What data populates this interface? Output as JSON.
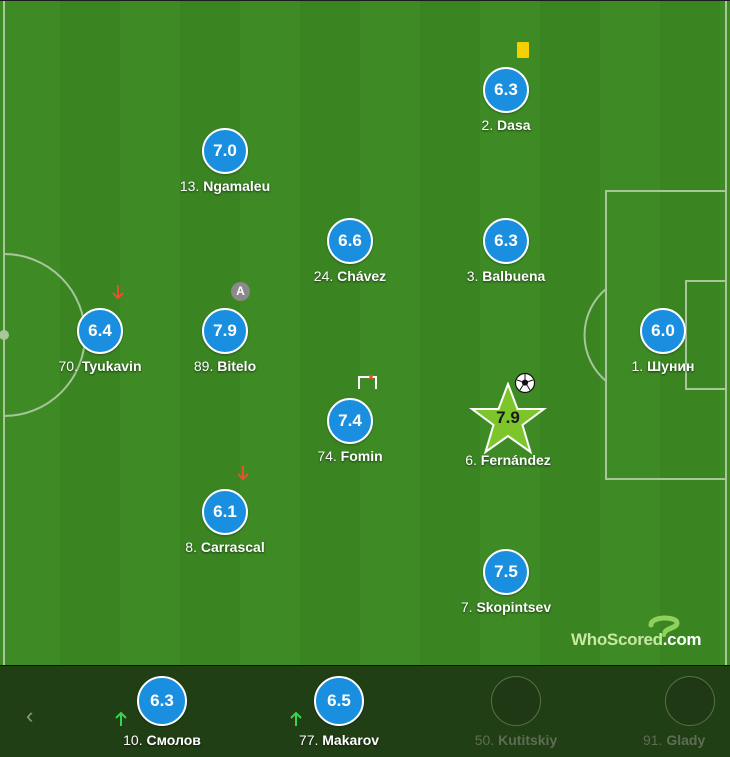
{
  "brand": {
    "who": "WhoScored",
    "dot": ".com"
  },
  "starters": [
    {
      "id": "dasa",
      "number": "2.",
      "name": "Dasa",
      "rating": "6.3",
      "card": "yellow"
    },
    {
      "id": "ngamaleu",
      "number": "13.",
      "name": "Ngamaleu",
      "rating": "7.0"
    },
    {
      "id": "chavez",
      "number": "24.",
      "name": "Chávez",
      "rating": "6.6"
    },
    {
      "id": "balbuena",
      "number": "3.",
      "name": "Balbuena",
      "rating": "6.3"
    },
    {
      "id": "tyukavin",
      "number": "70.",
      "name": "Tyukavin",
      "rating": "6.4",
      "event": "subbed-off"
    },
    {
      "id": "bitelo",
      "number": "89.",
      "name": "Bitelo",
      "rating": "7.9",
      "event": "assist",
      "event_label": "A"
    },
    {
      "id": "shunin",
      "number": "1.",
      "name": "Шунин",
      "rating": "6.0"
    },
    {
      "id": "fomin",
      "number": "74.",
      "name": "Fomin",
      "rating": "7.4",
      "event": "shot-woodwork"
    },
    {
      "id": "fernandez",
      "number": "6.",
      "name": "Fernández",
      "rating": "7.9",
      "event": "goal",
      "man_of_match": true
    },
    {
      "id": "carrascal",
      "number": "8.",
      "name": "Carrascal",
      "rating": "6.1",
      "event": "subbed-off"
    },
    {
      "id": "skopintsev",
      "number": "7.",
      "name": "Skopintsev",
      "rating": "7.5"
    }
  ],
  "bench": [
    {
      "id": "smolov",
      "number": "10.",
      "name": "Смолов",
      "rating": "6.3",
      "event": "subbed-on"
    },
    {
      "id": "makarov",
      "number": "77.",
      "name": "Makarov",
      "rating": "6.5",
      "event": "subbed-on"
    },
    {
      "id": "kutitskiy",
      "number": "50.",
      "name": "Kutitskiy",
      "rating": ""
    },
    {
      "id": "glady",
      "number": "91.",
      "name": "Glady",
      "rating": ""
    }
  ],
  "colors": {
    "rating_bg": "#1a8fe0",
    "mom_star": "#7cc52a",
    "sub_on": "#39d353",
    "sub_off": "#e8502e",
    "yellow_card": "#f5d000"
  }
}
